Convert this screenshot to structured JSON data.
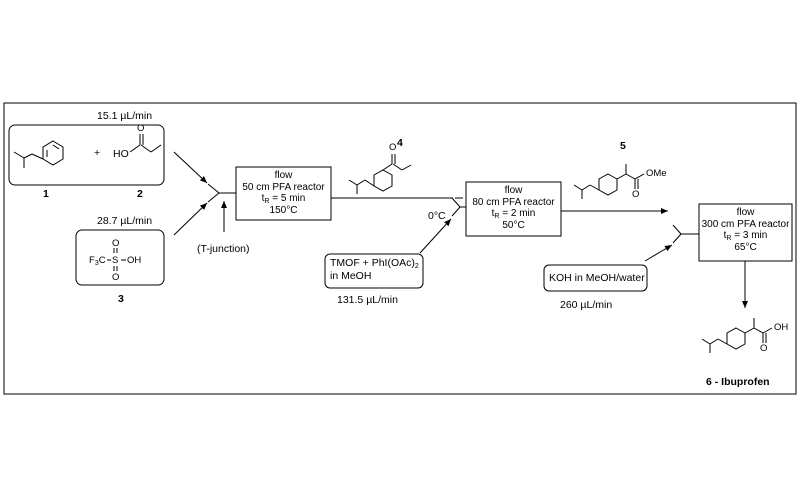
{
  "flow_rates": {
    "r1": "15.1 µL/min",
    "r2": "28.7 µL/min",
    "r3": "131.5 µL/min",
    "r4": "260 µL/min"
  },
  "compounds": {
    "c1": "1",
    "c2": "2",
    "c3": "3",
    "c4": "4",
    "c5": "5",
    "c6": "6 - Ibuprofen",
    "plus": "+",
    "ho": "HO",
    "oh": "OH",
    "ome": "OMe",
    "o": "O",
    "triflic_f3c": "F",
    "triflic_sub3": "3",
    "triflic_c": "C",
    "triflic_s": "S",
    "triflic_oh": "OH"
  },
  "reactor1": {
    "l1": "flow",
    "l2": "50 cm PFA reactor",
    "l3a": "t",
    "l3s": "R",
    "l3b": " = 5 min",
    "l4": "150°C"
  },
  "reactor2": {
    "l1": "flow",
    "l2": "80 cm PFA reactor",
    "l3a": "t",
    "l3s": "R",
    "l3b": " = 2 min",
    "l4": "50°C"
  },
  "reactor3": {
    "l1": "flow",
    "l2": "300 cm PFA reactor",
    "l3a": "t",
    "l3s": "R",
    "l3b": " = 3 min",
    "l4": "65°C"
  },
  "reagents": {
    "tmof_a": "TMOF + PhI(OAc)",
    "tmof_sub": "2",
    "tmof_b": "in MeOH",
    "koh": "KOH in MeOH/water"
  },
  "labels": {
    "t_junction": "(T-junction)",
    "temp_0": "0°C"
  }
}
